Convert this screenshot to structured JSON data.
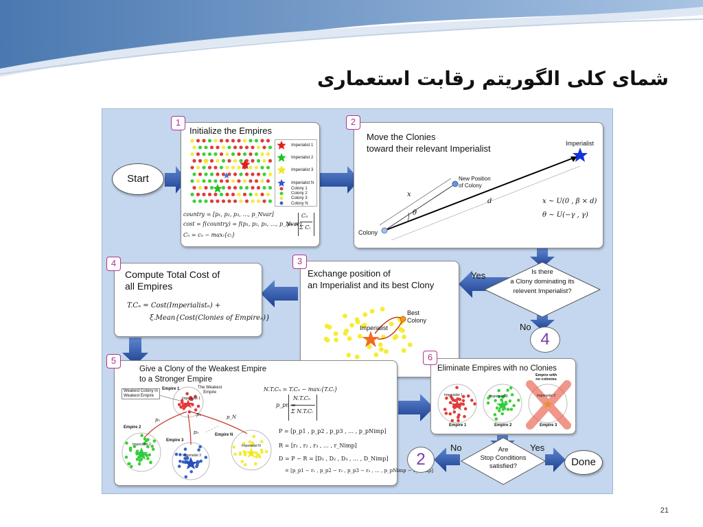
{
  "slide": {
    "title": "شمای کلی الگوریتم رقابت استعماری",
    "page_number": "21"
  },
  "start": {
    "label": "Start"
  },
  "done": {
    "label": "Done"
  },
  "step1": {
    "badge": "1",
    "heading": "Initialize the Empires",
    "legend": [
      "Imperialist 1",
      "Imperialist 2",
      "Imperialist 3",
      "Imperialist N",
      "Colony 1",
      "Colony 2",
      "Colony 3",
      "Colony N"
    ],
    "formulas": {
      "country": "country = [p₁, p₂, p₃, …, p_Nvar]",
      "cost": "cost = f(country) = f(p₁, p₂, p₃, …, p_Nvar)",
      "cn": "Cₙ = cₙ − maxᵢ{cᵢ}",
      "pn_lhs": "pₙ =",
      "pn_num": "Cₙ",
      "pn_den": "Σ Cᵢ"
    }
  },
  "step2": {
    "badge": "2",
    "heading": "Move the Clonies\ntoward their relevant Imperialist",
    "imperialist": "Imperialist",
    "new_position": "New Position\nof Colony",
    "colony": "Colony",
    "x": "x",
    "d": "d",
    "theta": "θ",
    "formula_x": "x ~ U(0 , β × d)",
    "formula_theta": "θ ~ U(−γ , γ)"
  },
  "decision1": {
    "text": "Is there\na Clony dominating its\nrelevent Imperialist?",
    "yes": "Yes",
    "no": "No"
  },
  "step3": {
    "badge": "3",
    "heading": "Exchange position of\nan Imperialist and its best Clony",
    "best_colony": "Best\nColony",
    "imperialist": "Imperialist"
  },
  "step4": {
    "badge": "4",
    "heading": "Compute Total Cost of\nall Empires",
    "formula1": "T.Cₙ = Cost(Imperialistₙ) +",
    "formula2": "ξ.Mean{Cost(Clonies of Empireₙ)}"
  },
  "step5": {
    "badge": "5",
    "heading": "Give a Clony of the Weakest Empire\nto a Stronger Empire",
    "weakest_colony": "Weakest Colony in\nWeakest Empire",
    "empire1": "Empire 1",
    "weakest_empire": "The Weakest\nEmpire",
    "imperialist1": "Imperialist 1",
    "empire2": "Empire 2",
    "imperialist2": "Imperialist 2",
    "empire3": "Empire 3",
    "imperialist3": "Imperialist 3",
    "empireN": "Empire N",
    "imperialistN": "Imperialist N",
    "p1": "p₁",
    "p2": "p₂",
    "p3": "p₃",
    "pN": "p_N",
    "dots": ". . . . .",
    "formulas": {
      "ntc": "N.T.Cₙ = T.Cₙ − maxᵢ{T.Cᵢ}",
      "ppn_lhs": "p_pn =",
      "ppn_num": "N.T.Cₙ",
      "ppn_den": "Σ N.T.Cᵢ",
      "P": "P = [p_p1 , p_p2 , p_p3 , … , p_pNimp]",
      "R": "R = [r₁ , r₂ , r₃ , … , r_Nimp]",
      "D": "D = P − R = [D₁ , D₂ , D₃ , … , D_Nimp]",
      "D2": "= [p_p1 − r₁ , p_p2 − r₂ , p_p3 − r₃ , … , p_pNimp − r_Nimp]"
    }
  },
  "step6": {
    "badge": "6",
    "heading": "Eliminate Empires with no Clonies",
    "empire1": "Empire 1",
    "empire2": "Empire 2",
    "empire3": "Empire 3",
    "imperialist1": "Imperialist 1",
    "imperialist2": "Imperialist 2",
    "imperialist3": "Imperialist 3",
    "no_colonies": "Empire with\nno colonies"
  },
  "decision2": {
    "text": "Are\nStop Conditions\nsatisfied?",
    "yes": "Yes",
    "no": "No"
  },
  "connectors": {
    "goto4": "4",
    "goto2": "2"
  },
  "colors": {
    "arrow": "#2b55a8",
    "badge": "#b0328f",
    "panel": "#c4d7ee",
    "red": "#e23a3a",
    "green": "#3ccf3c",
    "yellow": "#f2ec3a",
    "blue": "#3a63c6"
  }
}
